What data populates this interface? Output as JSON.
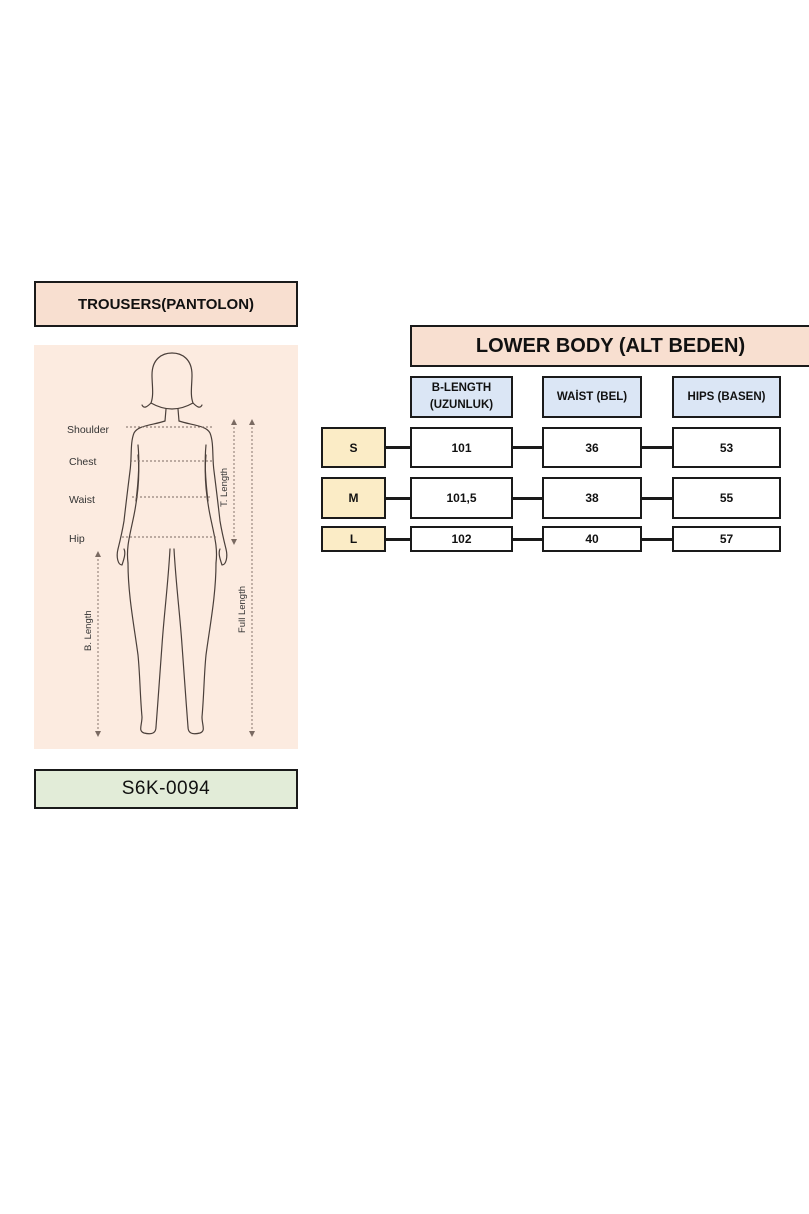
{
  "left_panel": {
    "title": "TROUSERS(PANTOLON)",
    "figure_labels": {
      "shoulder": "Shoulder",
      "chest": "Chest",
      "waist": "Waist",
      "hip": "Hip",
      "b_length": "B. Length",
      "t_length": "T. Length",
      "full_length": "Full Length"
    },
    "product_code": "S6K-0094"
  },
  "size_table": {
    "title": "LOWER BODY (ALT BEDEN)",
    "headers": {
      "b_length": "B-LENGTH (UZUNLUK)",
      "waist": "WAİST   (BEL)",
      "hips": "HIPS (BASEN)"
    },
    "rows": [
      {
        "size": "S",
        "b_length": "101",
        "waist": "36",
        "hips": "53"
      },
      {
        "size": "M",
        "b_length": "101,5",
        "waist": "38",
        "hips": "55"
      },
      {
        "size": "L",
        "b_length": "102",
        "waist": "40",
        "hips": "57"
      }
    ]
  },
  "colors": {
    "title_fill": "#f8dfd0",
    "figure_bg": "#fcebe0",
    "header_fill": "#dbe6f5",
    "size_fill": "#fbecc6",
    "code_fill": "#e2ecd8"
  }
}
